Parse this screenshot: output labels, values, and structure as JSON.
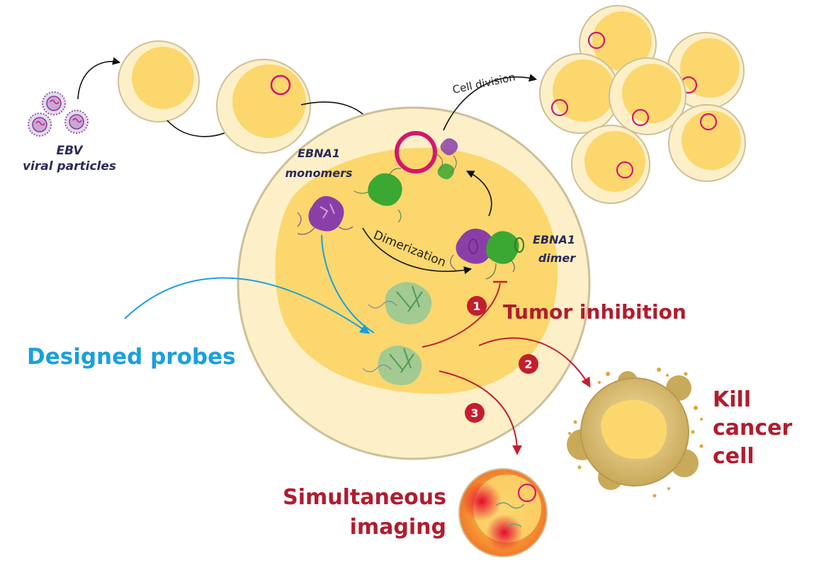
{
  "labels": {
    "ebv_line1": "EBV",
    "ebv_line2": "viral particles",
    "monomers_line1": "EBNA1",
    "monomers_line2": "monomers",
    "dimer_line1": "EBNA1",
    "dimer_line2": "dimer",
    "cell_division": "Cell division",
    "dimerization": "Dimerization",
    "designed_probes": "Designed probes",
    "tumor_inhibition": "Tumor inhibition",
    "kill_line1": "Kill",
    "kill_line2": "cancer",
    "kill_line3": "cell",
    "imaging_line1": "Simultaneous",
    "imaging_line2": "imaging"
  },
  "steps": [
    "1",
    "2",
    "3"
  ],
  "colors": {
    "cell_outer": "#fdf0c8",
    "cell_inner": "#fbd76e",
    "cell_border": "#cdbf98",
    "episome": "#d4166e",
    "probe_arrow": "#1aa0dc",
    "effect_arrow": "#c41e2e",
    "monomer_purple": "#8a3fa8",
    "monomer_green": "#3aa832",
    "probe_green": "#8cc79a"
  }
}
